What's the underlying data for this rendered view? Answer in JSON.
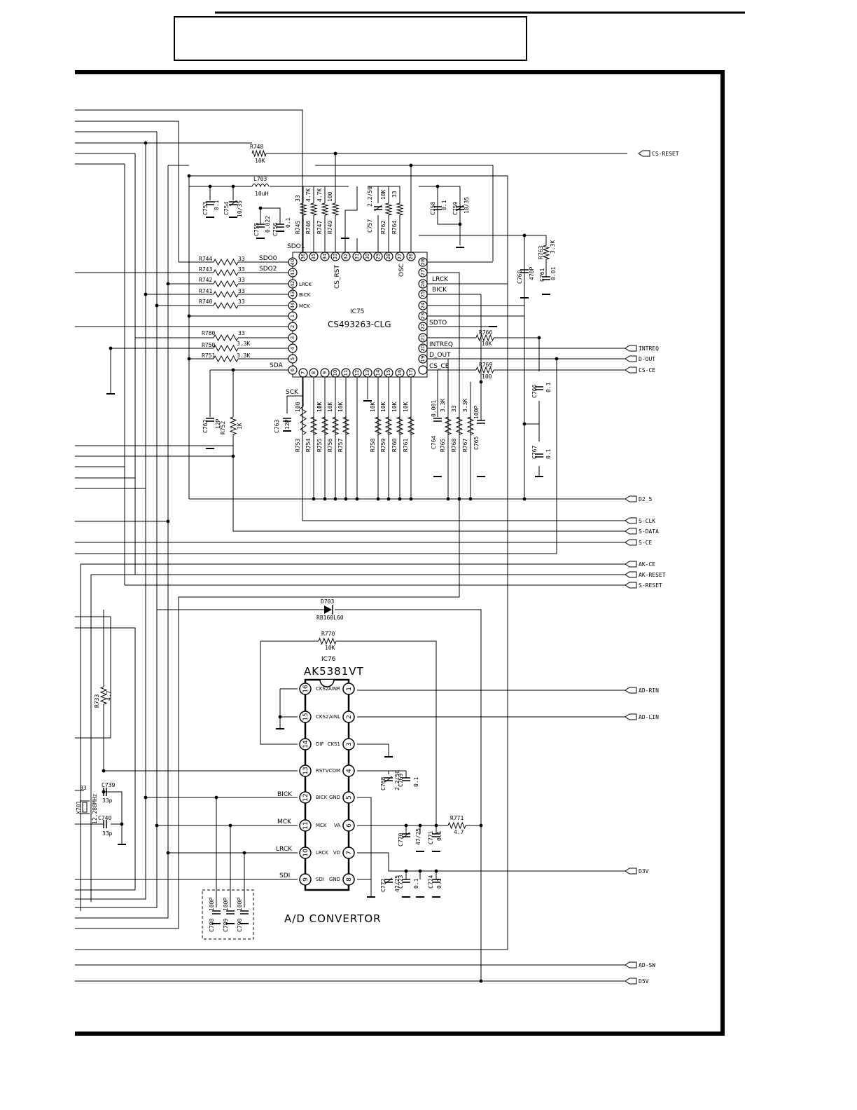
{
  "ic75": {
    "ref": "IC75",
    "part": "CS493263-CLG",
    "pin_labels": {
      "sdo1": "SDO1",
      "sdo0": "SDO0",
      "sdo2": "SDO2",
      "lrck_l": "LRCK",
      "bick_l": "BICK",
      "mck": "MCK",
      "sda": "SDA",
      "sck": "SCK",
      "cs_rst": "CS_RST",
      "osc": "OSC",
      "lrck_r": "LRCK",
      "bick_r": "BICK",
      "sdto": "SDTO",
      "intreq": "INTREQ",
      "d_out": "D_OUT",
      "cs_ce": "CS_CE"
    },
    "top_pins": [
      "36",
      "35",
      "34",
      "33",
      "32",
      "31",
      "30",
      "29",
      "28"
    ],
    "left_pins": [
      "40",
      "41",
      "42",
      "43",
      "44",
      "1",
      "2",
      "3",
      "4",
      "5",
      "6"
    ],
    "bottom_pins": [
      "7",
      "8",
      "9",
      "10",
      "11",
      "12",
      "13",
      "14",
      "15",
      "16",
      "17",
      "18"
    ],
    "right_pins": [
      "28",
      "27",
      "26",
      "25",
      "24",
      "23",
      "22",
      "21",
      "20",
      "19"
    ]
  },
  "ic76": {
    "ref": "IC76",
    "part": "AK5381VT",
    "pins_left": [
      {
        "n": "16",
        "f": "CKS2"
      },
      {
        "n": "15",
        "f": "CKS2"
      },
      {
        "n": "14",
        "f": "DIF"
      },
      {
        "n": "13",
        "f": "RST"
      },
      {
        "n": "12",
        "f": "BICK"
      },
      {
        "n": "11",
        "f": "MCK"
      },
      {
        "n": "10",
        "f": "LRCK"
      },
      {
        "n": "9",
        "f": "SDI"
      }
    ],
    "pins_right": [
      {
        "n": "1",
        "f": "AINR"
      },
      {
        "n": "2",
        "f": "AINL"
      },
      {
        "n": "3",
        "f": "CKS1"
      },
      {
        "n": "4",
        "f": "VCOM"
      },
      {
        "n": "5",
        "f": "GND"
      },
      {
        "n": "6",
        "f": "VA"
      },
      {
        "n": "7",
        "f": "VD"
      },
      {
        "n": "8",
        "f": "GND"
      }
    ],
    "side_labels": {
      "bick": "BICK",
      "mck": "MCK",
      "lrck": "LRCK",
      "sdi": "SDI"
    },
    "caption": "A/D CONVERTOR"
  },
  "connectors": [
    "CS-RESET",
    "INTREQ",
    "D-OUT",
    "CS-CE",
    "D2_5",
    "S-CLK",
    "S-DATA",
    "S-CE",
    "AK-CE",
    "AK-RESET",
    "S-RESET",
    "AD-RIN",
    "AD-LIN",
    "D3V",
    "AD-SW",
    "D5V"
  ],
  "resistors": [
    {
      "ref": "R748",
      "val": "10K"
    },
    {
      "ref": "R744",
      "val": "33"
    },
    {
      "ref": "R743",
      "val": "33"
    },
    {
      "ref": "R742",
      "val": "33"
    },
    {
      "ref": "R741",
      "val": "33"
    },
    {
      "ref": "R740",
      "val": "33"
    },
    {
      "ref": "R780",
      "val": "33"
    },
    {
      "ref": "R750",
      "val": "3.3K"
    },
    {
      "ref": "R751",
      "val": "3.3K"
    },
    {
      "ref": "R745",
      "val": "33"
    },
    {
      "ref": "R746",
      "val": "4.7K"
    },
    {
      "ref": "R747",
      "val": "4.7K"
    },
    {
      "ref": "R749",
      "val": "100"
    },
    {
      "ref": "R762",
      "val": "10K"
    },
    {
      "ref": "R764",
      "val": "33"
    },
    {
      "ref": "R763",
      "val": "3.3K"
    },
    {
      "ref": "R766",
      "val": "10K"
    },
    {
      "ref": "R769",
      "val": "100"
    },
    {
      "ref": "R752",
      "val": "1K"
    },
    {
      "ref": "R753",
      "val": "100"
    },
    {
      "ref": "R754",
      "val": "10K"
    },
    {
      "ref": "R755",
      "val": "10K"
    },
    {
      "ref": "R756",
      "val": "10K"
    },
    {
      "ref": "R757",
      "val": "10K"
    },
    {
      "ref": "R758",
      "val": "10K"
    },
    {
      "ref": "R759",
      "val": "10K"
    },
    {
      "ref": "R760",
      "val": "10K"
    },
    {
      "ref": "R761",
      "val": "10K"
    },
    {
      "ref": "R765",
      "val": "3.3K"
    },
    {
      "ref": "R768",
      "val": "33"
    },
    {
      "ref": "R767",
      "val": "3.3K"
    },
    {
      "ref": "R770",
      "val": "10K"
    },
    {
      "ref": "R771",
      "val": "4.7"
    },
    {
      "ref": "R733",
      "val": "4.7"
    }
  ],
  "capacitors": [
    {
      "ref": "C753",
      "val": "0.1"
    },
    {
      "ref": "C754",
      "val": "10/35"
    },
    {
      "ref": "C755",
      "val": "0.022"
    },
    {
      "ref": "C756",
      "val": "0.1"
    },
    {
      "ref": "C757",
      "val": "2.2/50"
    },
    {
      "ref": "C758",
      "val": "0.1"
    },
    {
      "ref": "C759",
      "val": "10/35"
    },
    {
      "ref": "C760",
      "val": "470P"
    },
    {
      "ref": "C761",
      "val": "0.01"
    },
    {
      "ref": "C762",
      "val": "12P"
    },
    {
      "ref": "C763",
      "val": "12P"
    },
    {
      "ref": "C764",
      "val": "0.001"
    },
    {
      "ref": "C765",
      "val": "100P"
    },
    {
      "ref": "C766",
      "val": "0.1"
    },
    {
      "ref": "C767",
      "val": "0.1"
    },
    {
      "ref": "C768",
      "val": "2.2/50"
    },
    {
      "ref": "C769",
      "val": "0.1"
    },
    {
      "ref": "C770",
      "val": "47/25"
    },
    {
      "ref": "C771",
      "val": "0.1"
    },
    {
      "ref": "C772",
      "val": "47/25"
    },
    {
      "ref": "C773",
      "val": "0.1"
    },
    {
      "ref": "C774",
      "val": "0.1"
    },
    {
      "ref": "C788",
      "val": "100P"
    },
    {
      "ref": "C789",
      "val": "100P"
    },
    {
      "ref": "C790",
      "val": "100P"
    },
    {
      "ref": "C739",
      "val": "33p"
    },
    {
      "ref": "C740",
      "val": "33p"
    }
  ],
  "others": {
    "l703_ref": "L703",
    "l703_val": "10uH",
    "d703_ref": "D703",
    "d703_part": "RB160L60",
    "x701_ref": "X701",
    "x701_val": "12.288MHz",
    "r_left": "33"
  }
}
